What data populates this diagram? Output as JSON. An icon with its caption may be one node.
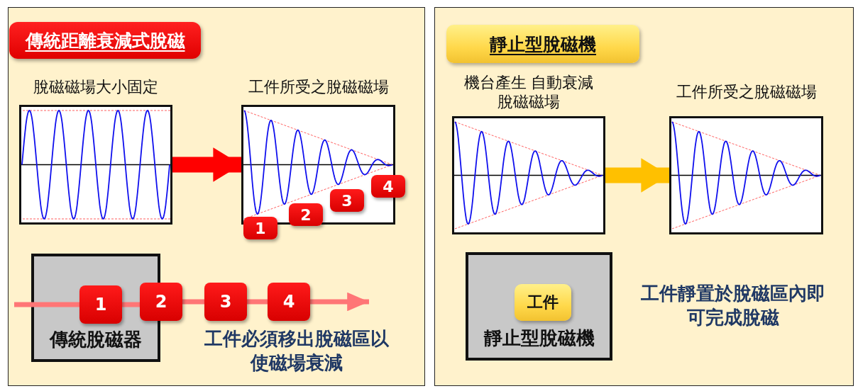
{
  "diagram": {
    "nodes": [
      {
        "text": [],
        "shape": "box"
      },
      {
        "text": [
          "傳統距離衰減式脫磁"
        ],
        "in": 0
      },
      {
        "text": [
          "脫磁磁場大小固定"
        ],
        "in": 0
      },
      {
        "text": [
          "工件所受之脫磁磁場"
        ],
        "in": 0
      },
      {
        "text": [
          "1"
        ],
        "in": 0
      },
      {
        "text": [
          "2"
        ],
        "in": 3
      },
      {
        "text": [
          "3"
        ],
        "in": 3
      },
      {
        "text": [
          "4"
        ],
        "in": 0
      },
      {
        "text": [
          "傳統脫磁器"
        ],
        "in": 0
      },
      {
        "text": [
          "1"
        ],
        "in": 8
      },
      {
        "text": [
          "2"
        ],
        "in": 0
      },
      {
        "text": [
          "3"
        ],
        "in": 0
      },
      {
        "text": [
          "4"
        ],
        "in": 0
      },
      {
        "text": [],
        "shape": "box"
      },
      {
        "text": [
          "靜止型脫磁機"
        ],
        "in": 13
      },
      {
        "text": [
          "機台產生 自動衰減脫磁磁場"
        ],
        "in": 13
      },
      {
        "text": [
          "工件所受之脫磁磁場"
        ],
        "in": 13
      },
      {
        "text": [
          "靜止型脫磁機"
        ],
        "in": 13
      },
      {
        "text": [
          "工件"
        ],
        "in": 17
      }
    ],
    "edges": [
      {
        "from": 2,
        "to": 3,
        "arrow": "to",
        "style": "thick",
        "color": "#ff0000"
      },
      {
        "from": null,
        "to": 9,
        "arrow": "none"
      },
      {
        "from": 9,
        "to": 10,
        "arrow": "none"
      },
      {
        "from": 10,
        "to": 11,
        "arrow": "none"
      },
      {
        "from": 11,
        "to": 12,
        "arrow": "none"
      },
      {
        "from": 12,
        "to": null,
        "arrow": "to"
      },
      {
        "from": 15,
        "to": 16,
        "arrow": "to",
        "style": "thick",
        "color": "#ffc000"
      }
    ],
    "labels": [
      "工件必須移出脫磁區以使磁場衰減",
      "工件靜置於脫磁區內即可完成脫磁"
    ]
  }
}
